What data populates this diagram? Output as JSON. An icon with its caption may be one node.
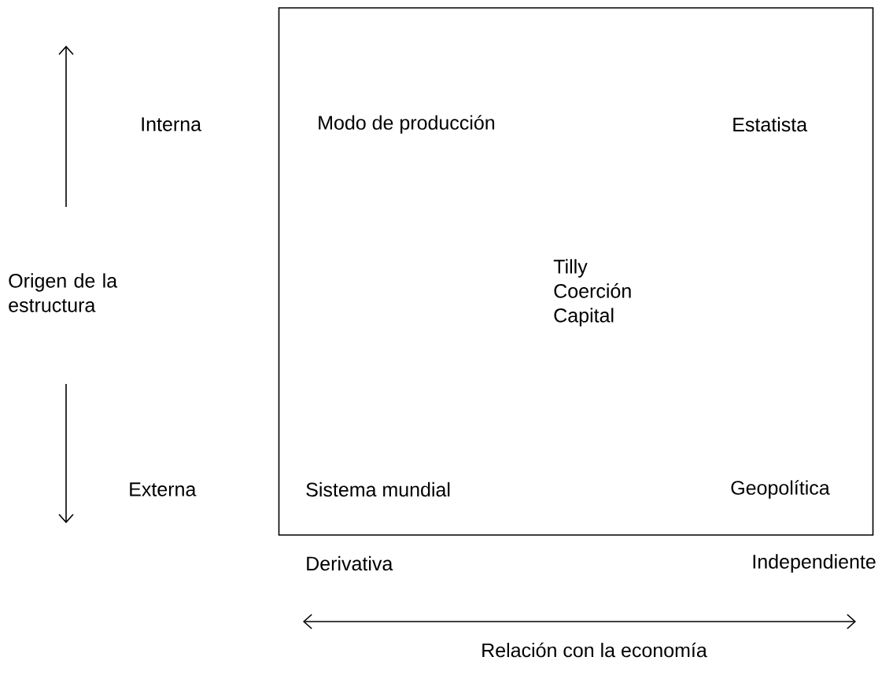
{
  "diagram": {
    "nodes": [
      {
        "text": [
          "Modo de producción",
          "Estatista",
          "Tilly Coerción Capital",
          "Sistema mundial",
          "Geopolítica"
        ]
      }
    ],
    "labels": [
      "Interna",
      "Origen de la estructura",
      "Externa",
      "Derivativa",
      "Independiente",
      "Relación con la economía"
    ]
  }
}
